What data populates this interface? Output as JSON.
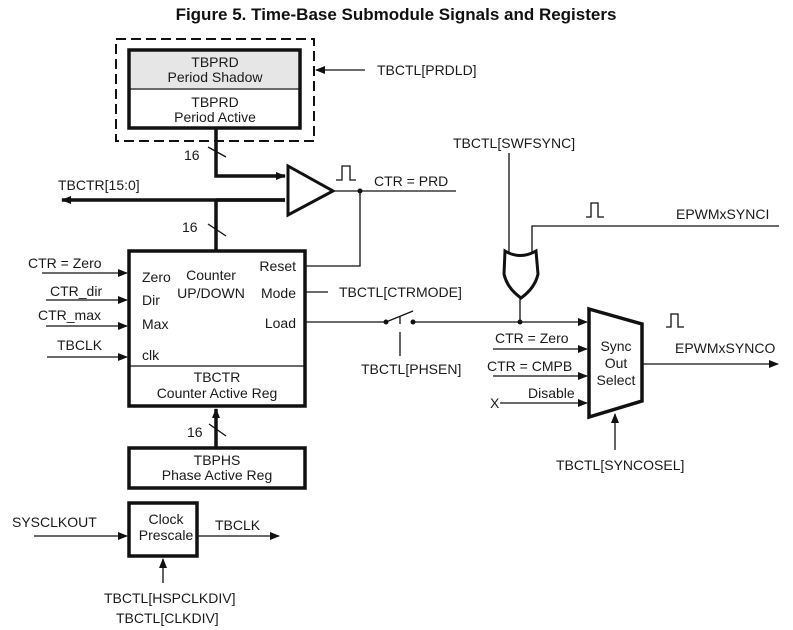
{
  "title": "Figure 5. Time-Base Submodule Signals and Registers",
  "blocks": {
    "tbprd_shadow": {
      "name": "TBPRD",
      "desc": "Period Shadow"
    },
    "tbprd_active": {
      "name": "TBPRD",
      "desc": "Period Active"
    },
    "counter": {
      "title_1": "Counter",
      "title_2": "UP/DOWN",
      "inputs": [
        "Zero",
        "Dir",
        "Max",
        "clk"
      ],
      "outputs": [
        "Reset",
        "Mode",
        "Load"
      ],
      "reg_name": "TBCTR",
      "reg_desc": "Counter Active Reg"
    },
    "tbphs": {
      "name": "TBPHS",
      "desc": "Phase Active Reg"
    },
    "prescale": {
      "line1": "Clock",
      "line2": "Prescale"
    },
    "sync_out": {
      "line1": "Sync",
      "line2": "Out",
      "line3": "Select"
    }
  },
  "signals": {
    "prdld": "TBCTL[PRDLD]",
    "bus_width_1": "16",
    "bus_width_2": "16",
    "bus_width_3": "16",
    "tbctr_bus": "TBCTR[15:0]",
    "ctr_prd": "CTR = PRD",
    "swfsync": "TBCTL[SWFSYNC]",
    "synci": "EPWMxSYNCI",
    "ctr_zero_in": "CTR = Zero",
    "ctr_dir": "CTR_dir",
    "ctr_max": "CTR_max",
    "tbclk_in": "TBCLK",
    "ctrmode": "TBCTL[CTRMODE]",
    "phsen": "TBCTL[PHSEN]",
    "mux_ctr_zero": "CTR = Zero",
    "mux_ctr_cmpb": "CTR = CMPB",
    "mux_disable": "Disable",
    "mux_x": "X",
    "synco": "EPWMxSYNCO",
    "syncosel": "TBCTL[SYNCOSEL]",
    "sysclkout": "SYSCLKOUT",
    "tbclk_out": "TBCLK",
    "hspclkdiv": "TBCTL[HSPCLKDIV]",
    "clkdiv": "TBCTL[CLKDIV]"
  }
}
